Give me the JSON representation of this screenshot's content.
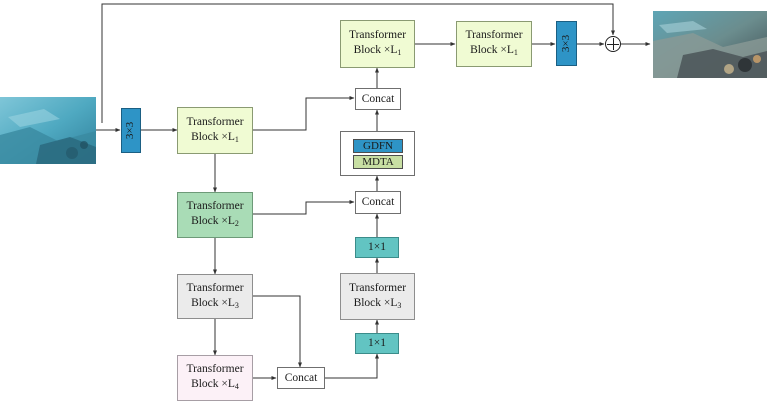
{
  "blocks": {
    "tb_enc1": {
      "line1": "Transformer",
      "line2": "Block ×L",
      "sub": "1"
    },
    "tb_enc2": {
      "line1": "Transformer",
      "line2": "Block ×L",
      "sub": "2"
    },
    "tb_enc3": {
      "line1": "Transformer",
      "line2": "Block ×L",
      "sub": "3"
    },
    "tb_latent": {
      "line1": "Transformer",
      "line2": "Block ×L",
      "sub": "4"
    },
    "tb_dec3": {
      "line1": "Transformer",
      "line2": "Block ×L",
      "sub": "3"
    },
    "tb_dec1": {
      "line1": "Transformer",
      "line2": "Block ×L",
      "sub": "1"
    },
    "tb_refine": {
      "line1": "Transformer",
      "line2": "Block ×L",
      "sub": "1"
    }
  },
  "convs": {
    "conv_in": "3×3",
    "conv_out": "3×3",
    "conv_1x1_a": "1×1",
    "conv_1x1_b": "1×1"
  },
  "concats": {
    "concat_bottom": "Concat",
    "concat_mid": "Concat",
    "concat_top": "Concat"
  },
  "legend": {
    "gdfn": "GDFN",
    "mdta": "MDTA"
  },
  "colors": {
    "stage1": "#f0fbd3",
    "stage2": "#a9dcb6",
    "stage3": "#ebebeb",
    "stage4": "#fcf1f7",
    "conv3x3": "#2e94c6",
    "conv1x1": "#62c4c2",
    "gdfn": "#2e94c6",
    "mdta": "#c8dfa3"
  },
  "icons": {
    "residual_add": "circled-plus-icon",
    "input_image": "underwater-input-image",
    "output_image": "underwater-output-image"
  }
}
